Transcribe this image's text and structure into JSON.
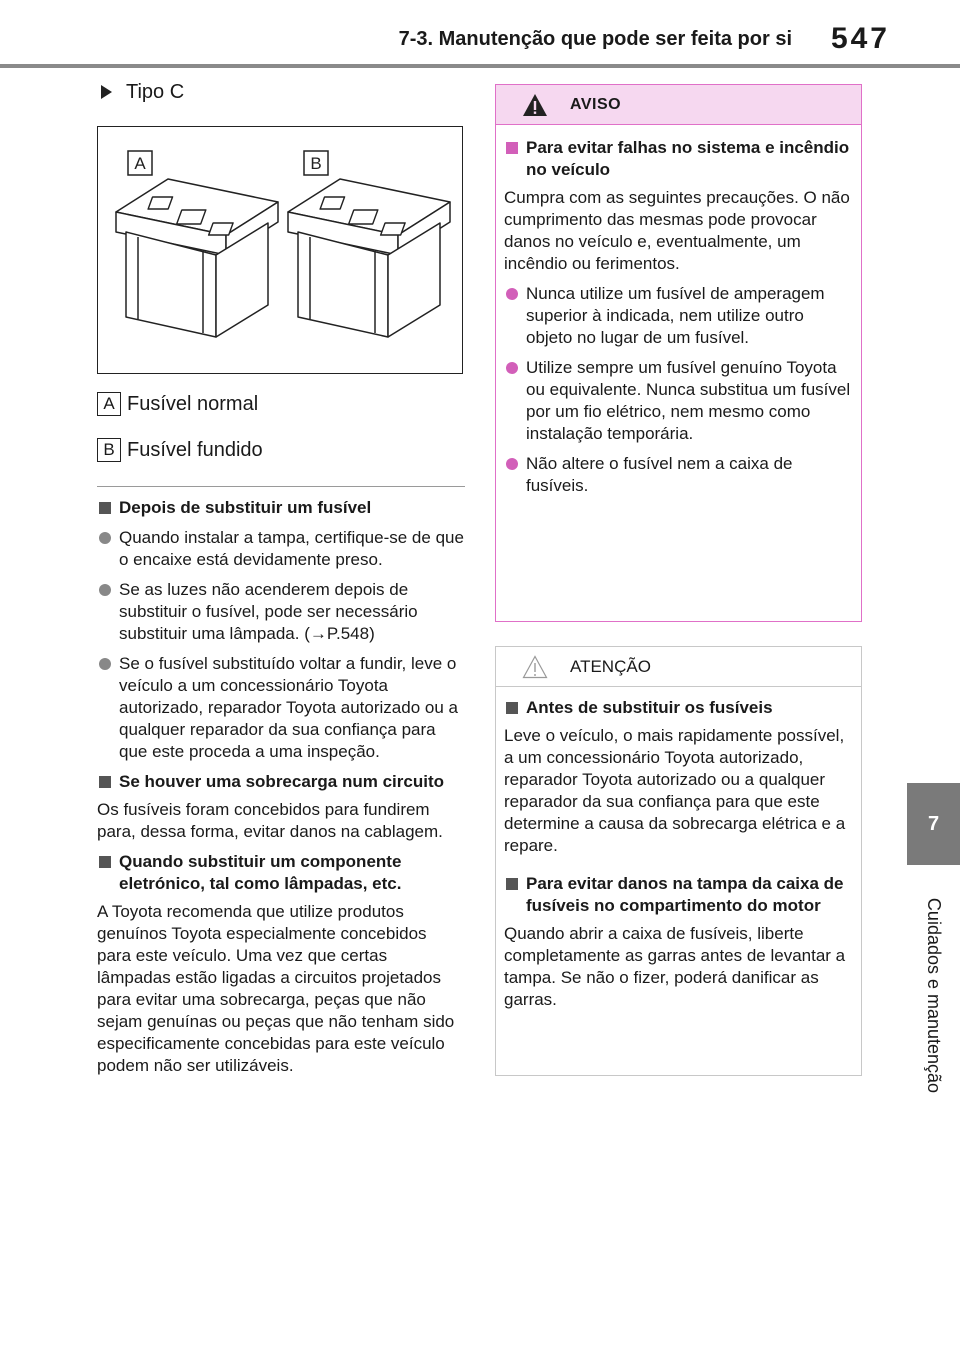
{
  "header": {
    "title": "7-3. Manutenção que pode ser feita por si",
    "page_number": "547"
  },
  "side_tab": {
    "chapter": "7",
    "label": "Cuidados e manutenção"
  },
  "left": {
    "type_label": "Tipo C",
    "figure": {
      "letter_a": "A",
      "letter_b": "B"
    },
    "legend": [
      {
        "letter": "A",
        "text": "Fusível normal"
      },
      {
        "letter": "B",
        "text": "Fusível fundido"
      }
    ],
    "section1": {
      "heading": "Depois de substituir um fusível",
      "bullets": [
        "Quando instalar a tampa, certifique-se de que o encaixe está devidamente preso.",
        "Se as luzes não acenderem depois de substituir o fusível, pode ser necessário substituir uma lâmpada. (→P.548)",
        "Se o fusível substituído voltar a fundir, leve o veículo a um concessionário Toyota autorizado, reparador Toyota autorizado ou a qualquer reparador da sua confiança para que este proceda a uma inspeção."
      ]
    },
    "section2": {
      "heading": "Se houver uma sobrecarga num circuito",
      "text": "Os fusíveis foram concebidos para fundirem para, dessa forma, evitar danos na cablagem."
    },
    "section3": {
      "heading": "Quando substituir um componente eletrónico, tal como lâmpadas, etc.",
      "text": "A Toyota recomenda que utilize produtos genuínos Toyota especialmente concebidos para este veículo. Uma vez que certas lâmpadas estão ligadas a circuitos projetados para evitar uma sobrecarga, peças que não sejam genuínas ou peças que não tenham sido especificamente concebidas para este veículo podem não ser utilizáveis."
    }
  },
  "warning": {
    "label": "AVISO",
    "heading": "Para evitar falhas no sistema e incêndio no veículo",
    "intro": "Cumpra com as seguintes precauções. O não cumprimento das mesmas pode provocar danos no veículo e, eventualmente, um incêndio ou ferimentos.",
    "bullets": [
      "Nunca utilize um fusível de amperagem superior à indicada, nem utilize outro objeto no lugar de um fusível.",
      "Utilize sempre um fusível genuíno Toyota ou equivalente. Nunca substitua um fusível por um fio elétrico, nem mesmo como instalação temporária.",
      "Não altere o fusível nem a caixa de fusíveis."
    ]
  },
  "caution": {
    "label": "ATENÇÃO",
    "section1": {
      "heading": "Antes de substituir os fusíveis",
      "text": "Leve o veículo, o mais rapidamente possível, a um concessionário Toyota autorizado, reparador Toyota autorizado ou a qualquer reparador da sua confiança para que este determine a causa da sobrecarga elétrica e a repare."
    },
    "section2": {
      "heading": "Para evitar danos na tampa da caixa de fusíveis no compartimento do motor",
      "text": "Quando abrir a caixa de fusíveis, liberte completamente as garras antes de levantar a tampa. Se não o fizer, poderá danificar as garras."
    }
  },
  "colors": {
    "warning_border": "#e070c8",
    "warning_header_bg": "#f6d8f0",
    "chapter_tab": "#7a7a7a",
    "header_rule": "#8a8a8a"
  }
}
